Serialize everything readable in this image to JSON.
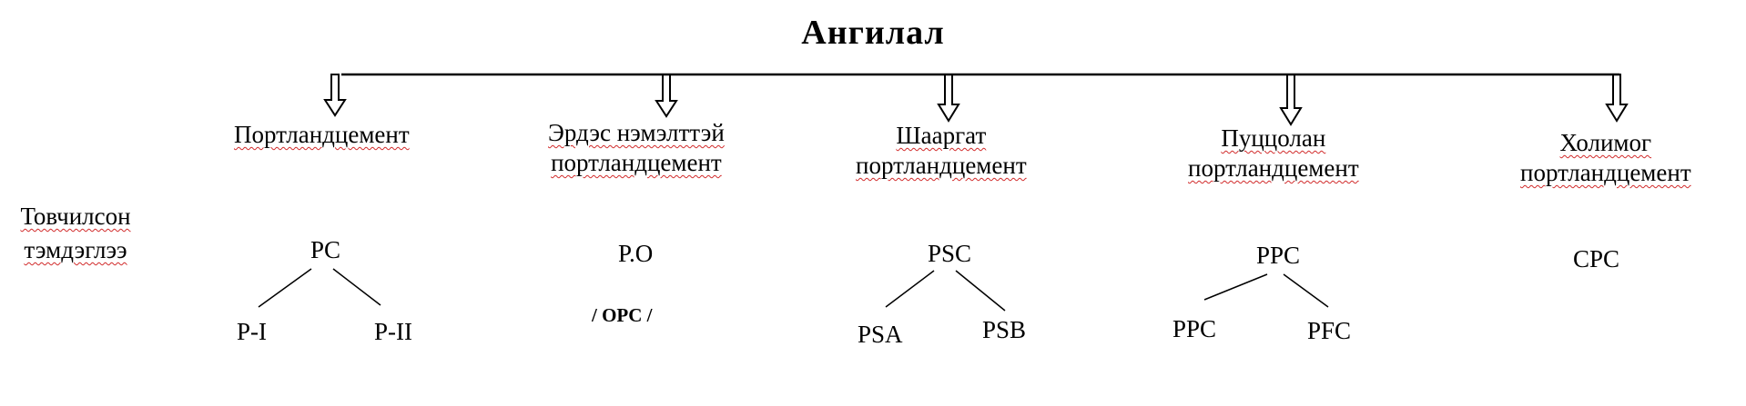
{
  "title": "Ангилал",
  "side_label": {
    "line1": "Товчилсон",
    "line2": "тэмдэглээ"
  },
  "categories": [
    {
      "line1": "Портландцемент",
      "line2": "",
      "abbr": "PC",
      "sub": [
        "P-I",
        "P-II"
      ]
    },
    {
      "line1": "Эрдэс нэмэлттэй",
      "line2": "портландцемент",
      "abbr": "P.O",
      "alt": "/ OPC /"
    },
    {
      "line1": "Шааргат",
      "line2": "портландцемент",
      "abbr": "PSC",
      "sub": [
        "PSA",
        "PSB"
      ]
    },
    {
      "line1": "Пуццолан",
      "line2": "портландцемент",
      "abbr": "PPC",
      "sub": [
        "PPC",
        "PFC"
      ]
    },
    {
      "line1": "Холимог",
      "line2": "портландцемент",
      "abbr": "CPC"
    }
  ]
}
